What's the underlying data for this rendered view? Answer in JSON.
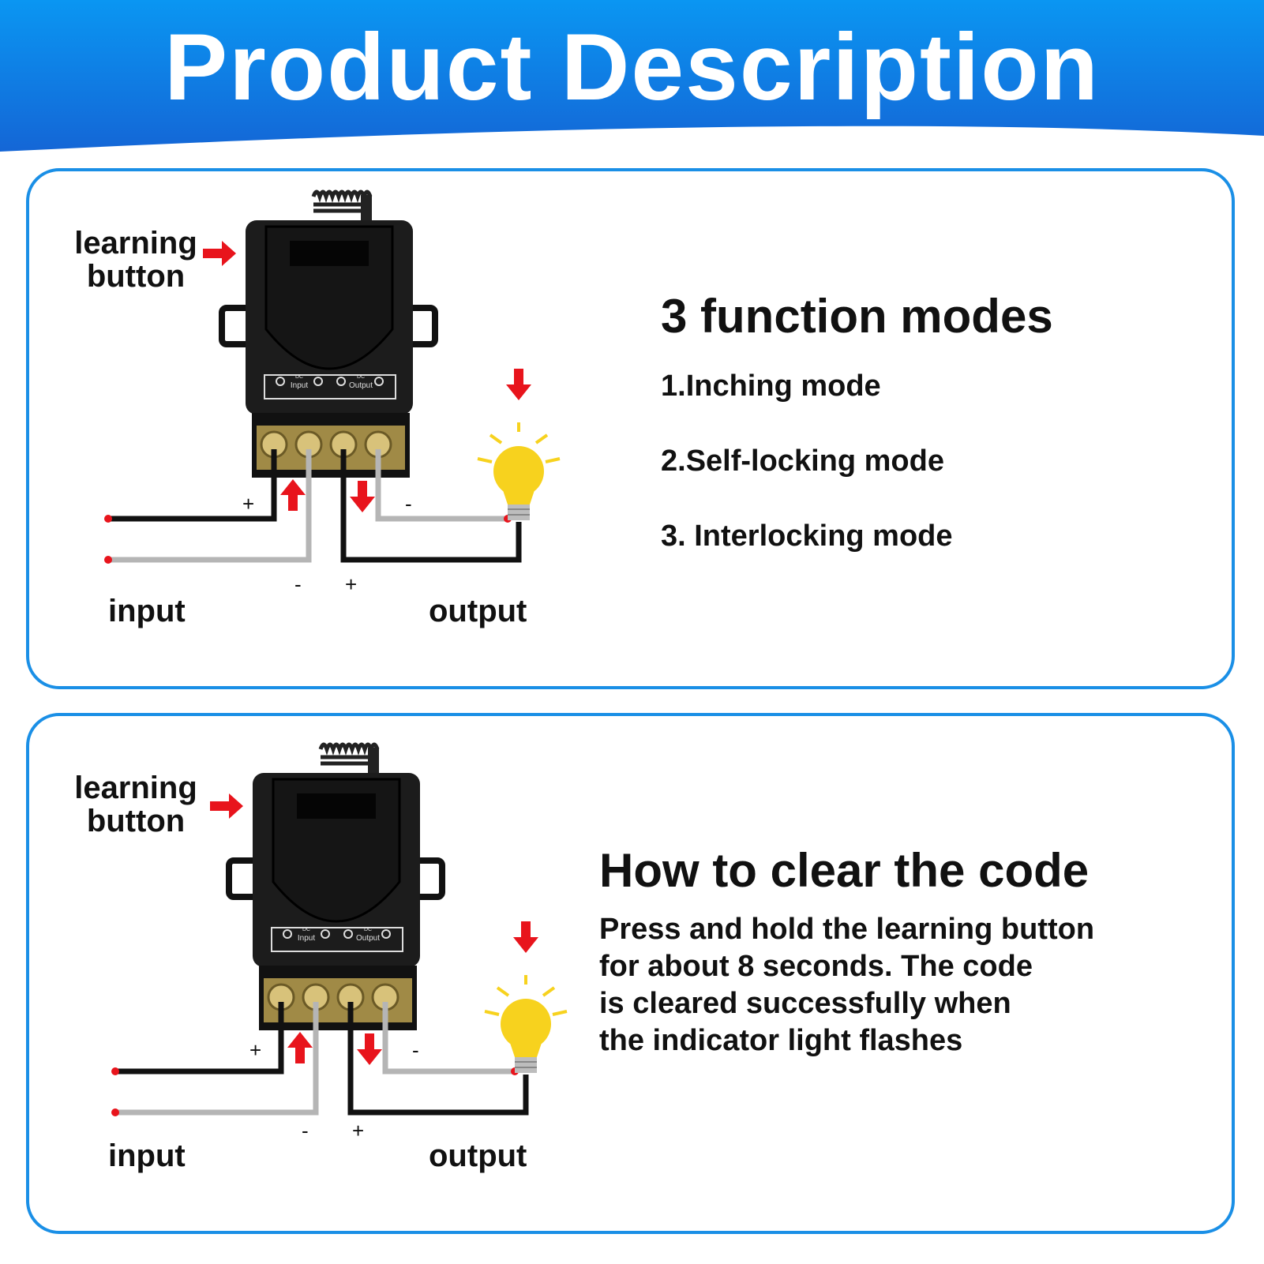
{
  "header": {
    "title": "Product Description",
    "color_top": "#0a8ff0",
    "color_bottom": "#1565d8"
  },
  "diagram": {
    "learning_label": [
      "learning",
      "button"
    ],
    "input_label": "input",
    "output_label": "output",
    "sign_plus": "+",
    "sign_minus": "-",
    "terminal_input": "Input",
    "terminal_output": "Output",
    "terminal_dc": "DC"
  },
  "modes": {
    "title": "3 function modes",
    "items": [
      "1.Inching mode",
      "2.Self-locking mode",
      "3. Interlocking mode"
    ]
  },
  "clear_code": {
    "title": "How to clear the code",
    "lines": [
      "Press and hold the learning button",
      "for about 8 seconds. The code",
      "is cleared successfully when",
      "the indicator light flashes"
    ]
  },
  "colors": {
    "border": "#1a8fe6",
    "arrow": "#e8141c",
    "bulb": "#f7d21e",
    "device": "#1c1c1c"
  }
}
